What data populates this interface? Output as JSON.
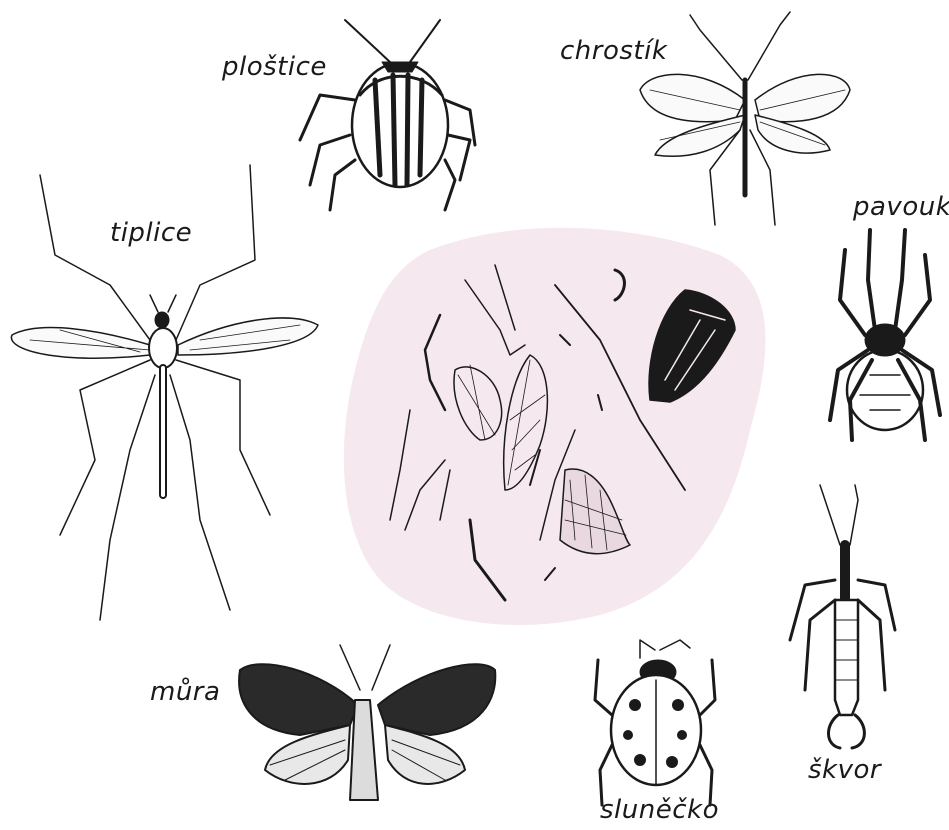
{
  "labels": {
    "plostice": "ploštice",
    "chrostik": "chrostík",
    "tiplice": "tiplice",
    "pavouk": "pavouk",
    "mura": "můra",
    "slunecko": "sluněčko",
    "skvor": "škvor"
  },
  "colors": {
    "blob": "#f6e8ef",
    "ink": "#1a1a1a"
  },
  "icons": [
    "true-bug-icon",
    "caddisfly-icon",
    "crane-fly-icon",
    "spider-icon",
    "moth-icon",
    "ladybird-icon",
    "earwig-icon",
    "insect-fragments-icon"
  ]
}
